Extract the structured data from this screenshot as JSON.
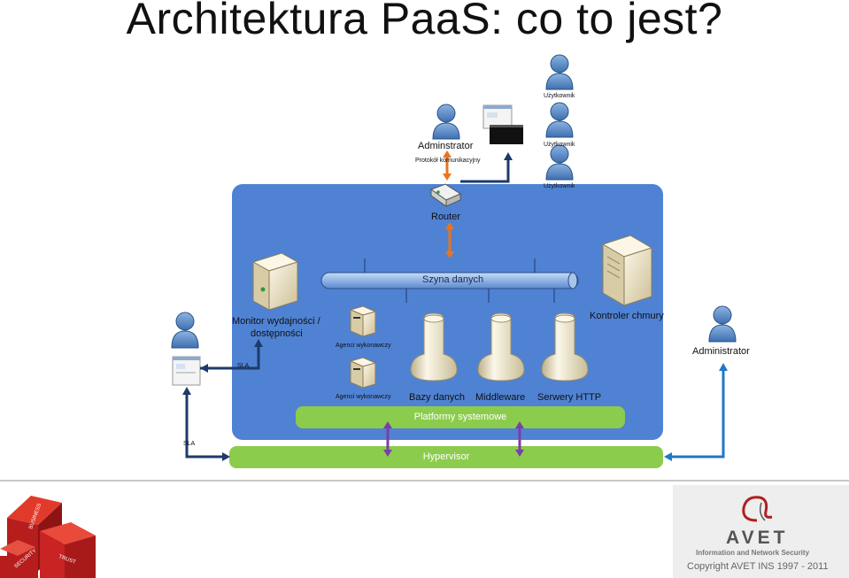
{
  "title": "Architektura PaaS: co to jest?",
  "labels": {
    "admin_top": "Adminstrator",
    "protocol": "Protokół komunikacyjny",
    "user": "Użytkownik",
    "router": "Router",
    "bus": "Szyna danych",
    "monitor": "Monitor wydajności /",
    "monitor2": "dostępności",
    "controller": "Kontroler chmury",
    "agents": "Agenci wykonawczy",
    "databases": "Bazy danych",
    "middleware": "Middleware",
    "http_servers": "Serwery HTTP",
    "platforms": "Platformy systemowe",
    "hypervisor": "Hypervisor",
    "admin_right": "Administrator",
    "sla": "SLA"
  },
  "footer": {
    "logo_name": "AVET",
    "tagline": "Information and Network Security",
    "copyright": "Copyright AVET INS 1997 - 2011"
  },
  "colors": {
    "cloud": "#4f82d3",
    "green": "#8ccc4c",
    "navy_arrow": "#1e3a6b",
    "orange_arrow": "#e8741e",
    "purple_arrow": "#7b3fa6",
    "blue_arrow": "#1f78c8",
    "user_blue": "#4a7fc0"
  }
}
